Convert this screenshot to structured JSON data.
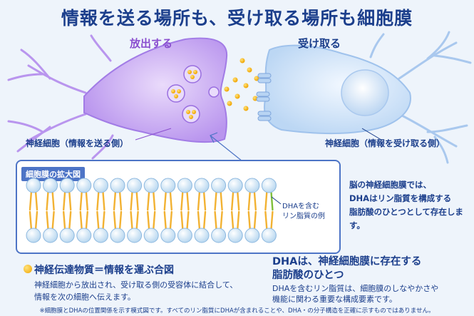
{
  "title": "情報を送る場所も、受け取る場所も細胞膜",
  "labels": {
    "release": "放出する",
    "receive": "受け取る",
    "sending_cell": "神経細胞（情報を送る側）",
    "receiving_cell": "神経細胞（情報を受け取る側）"
  },
  "magnified": {
    "tag": "細胞膜の拡大図",
    "dha_label_1": "DHAを含む",
    "dha_label_2": "リン脂質の例"
  },
  "brain_note": {
    "line1": "脳の神経細胞膜では、",
    "line2": "DHAはリン脂質を構成する",
    "line3": "脂肪酸のひとつとして存在します。"
  },
  "neurotransmitter": {
    "heading": "神経伝達物質＝情報を運ぶ合図",
    "line1": "神経細胞から放出され、受け取る側の受容体に結合して、",
    "line2": "情報を次の細胞へ伝えます。"
  },
  "dha": {
    "heading_1": "DHAは、神経細胞膜に存在する",
    "heading_2": "脂肪酸のひとつ",
    "line1": "DHAを含むリン脂質は、細胞膜のしなやかさや",
    "line2": "機能に関わる重要な構成要素です。"
  },
  "footnote": "※細胞膜とDHAの位置関係を示す模式図です。すべてのリン脂質にDHAが含まれることや、DHA・の分子構造を正確に示すものではありません。",
  "colors": {
    "navy": "#1c3f8c",
    "purple": "#8a4fcf",
    "sending_cell": "#c8a8f2",
    "receiving_cell": "#cfe2f8",
    "transmitter": "#f0a400",
    "membrane_head": "#cfe6f7",
    "membrane_tail": "#f2b233"
  }
}
